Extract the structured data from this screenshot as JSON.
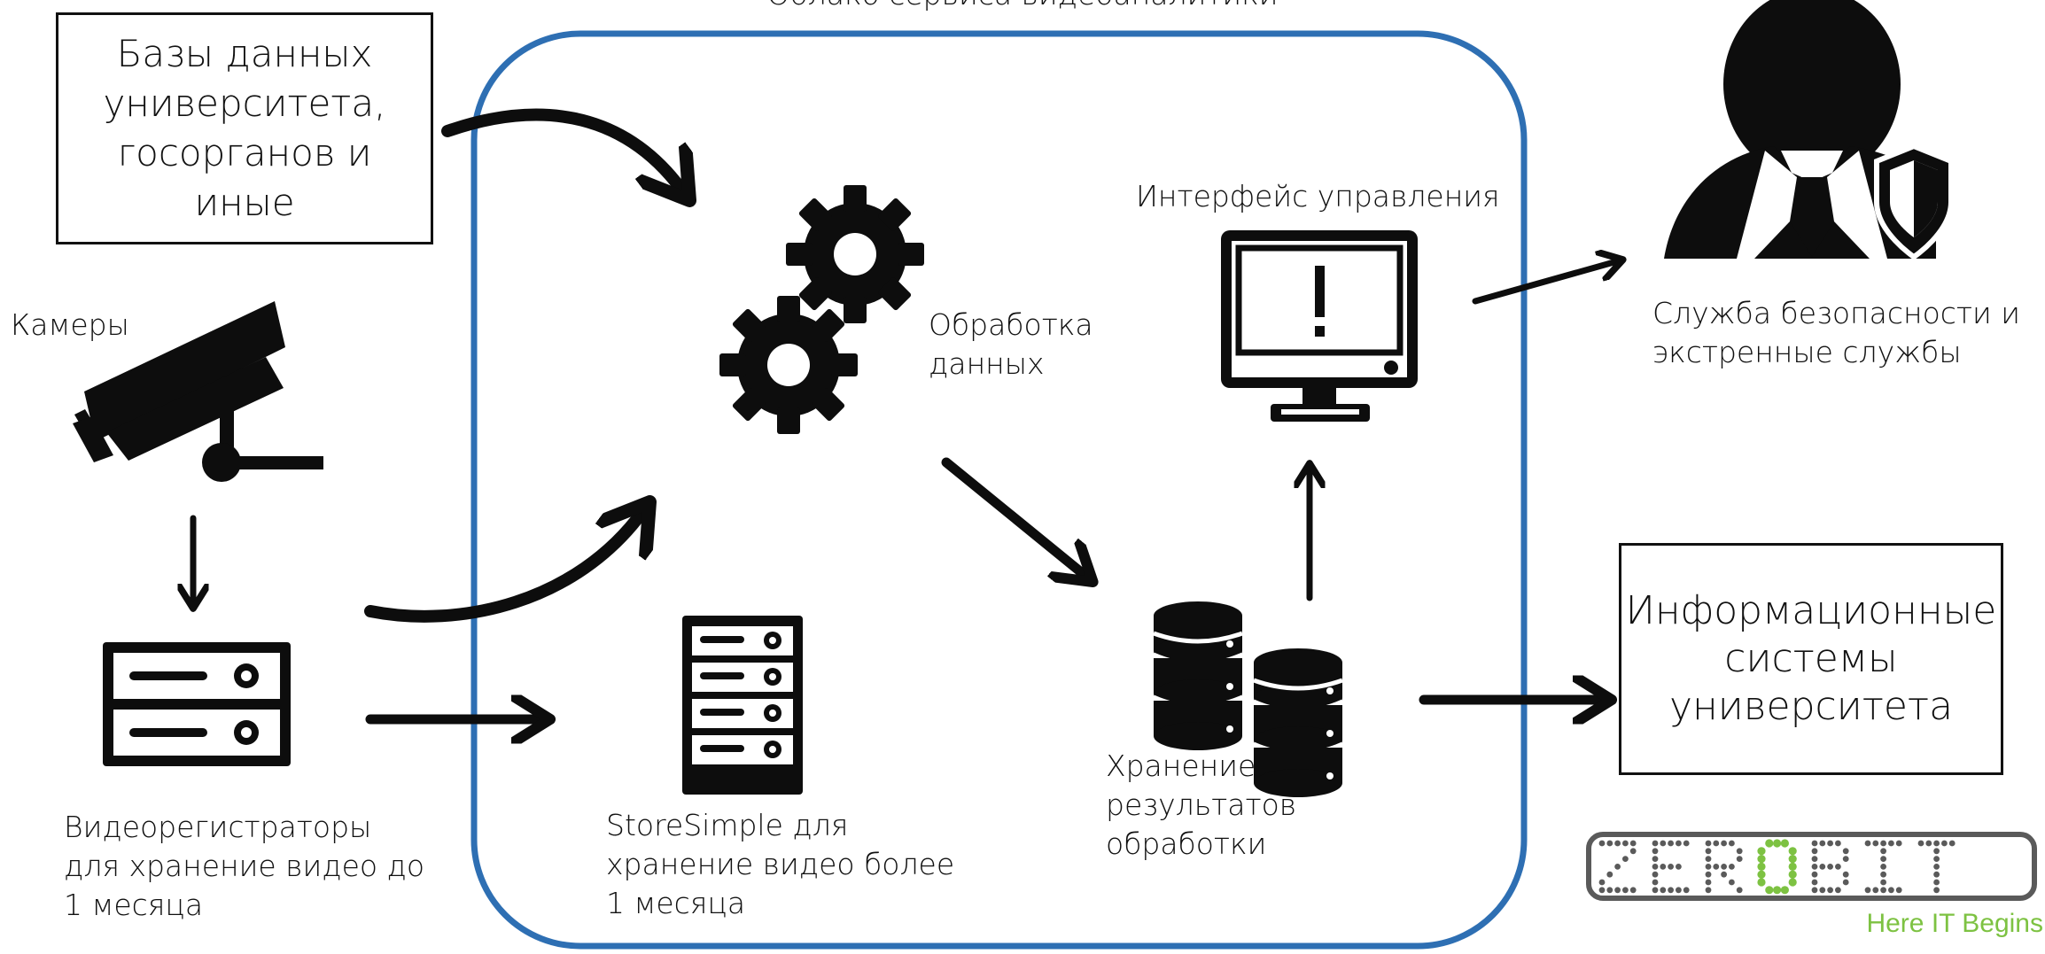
{
  "diagram": {
    "top_caption": "Облако сервиса видеоаналитики",
    "sources": {
      "databases_box": "Базы данных\nуниверситета,\nгосорганов и\nиные",
      "cameras": "Камеры",
      "dvr": "Видеорегистраторы\nдля хранение видео до\n1 месяца"
    },
    "cloud": {
      "processing": "Обработка\nданных",
      "storesimple": "StoreSimple для\nхранение видео более\n1 месяца",
      "results_storage": "Хранение\nрезультатов\nобработки",
      "control_interface": "Интерфейс управления"
    },
    "consumers": {
      "security": "Служба безопасности и\nэкстренные службы",
      "info_systems_box": "Информационные\nсистемы\nуниверситета"
    }
  },
  "logo": {
    "wordmark": "ZEROBIT",
    "tagline": "Here IT Begins"
  },
  "colors": {
    "cloud_border": "#2e6fb3",
    "ink": "#0d0d0d",
    "logo_grey": "#5a5a5a",
    "logo_green": "#7dc242"
  },
  "icons": [
    "cctv-camera-icon",
    "dvr-icon",
    "gears-icon",
    "server-rack-icon",
    "database-icon",
    "monitor-alert-icon",
    "security-person-icon"
  ]
}
